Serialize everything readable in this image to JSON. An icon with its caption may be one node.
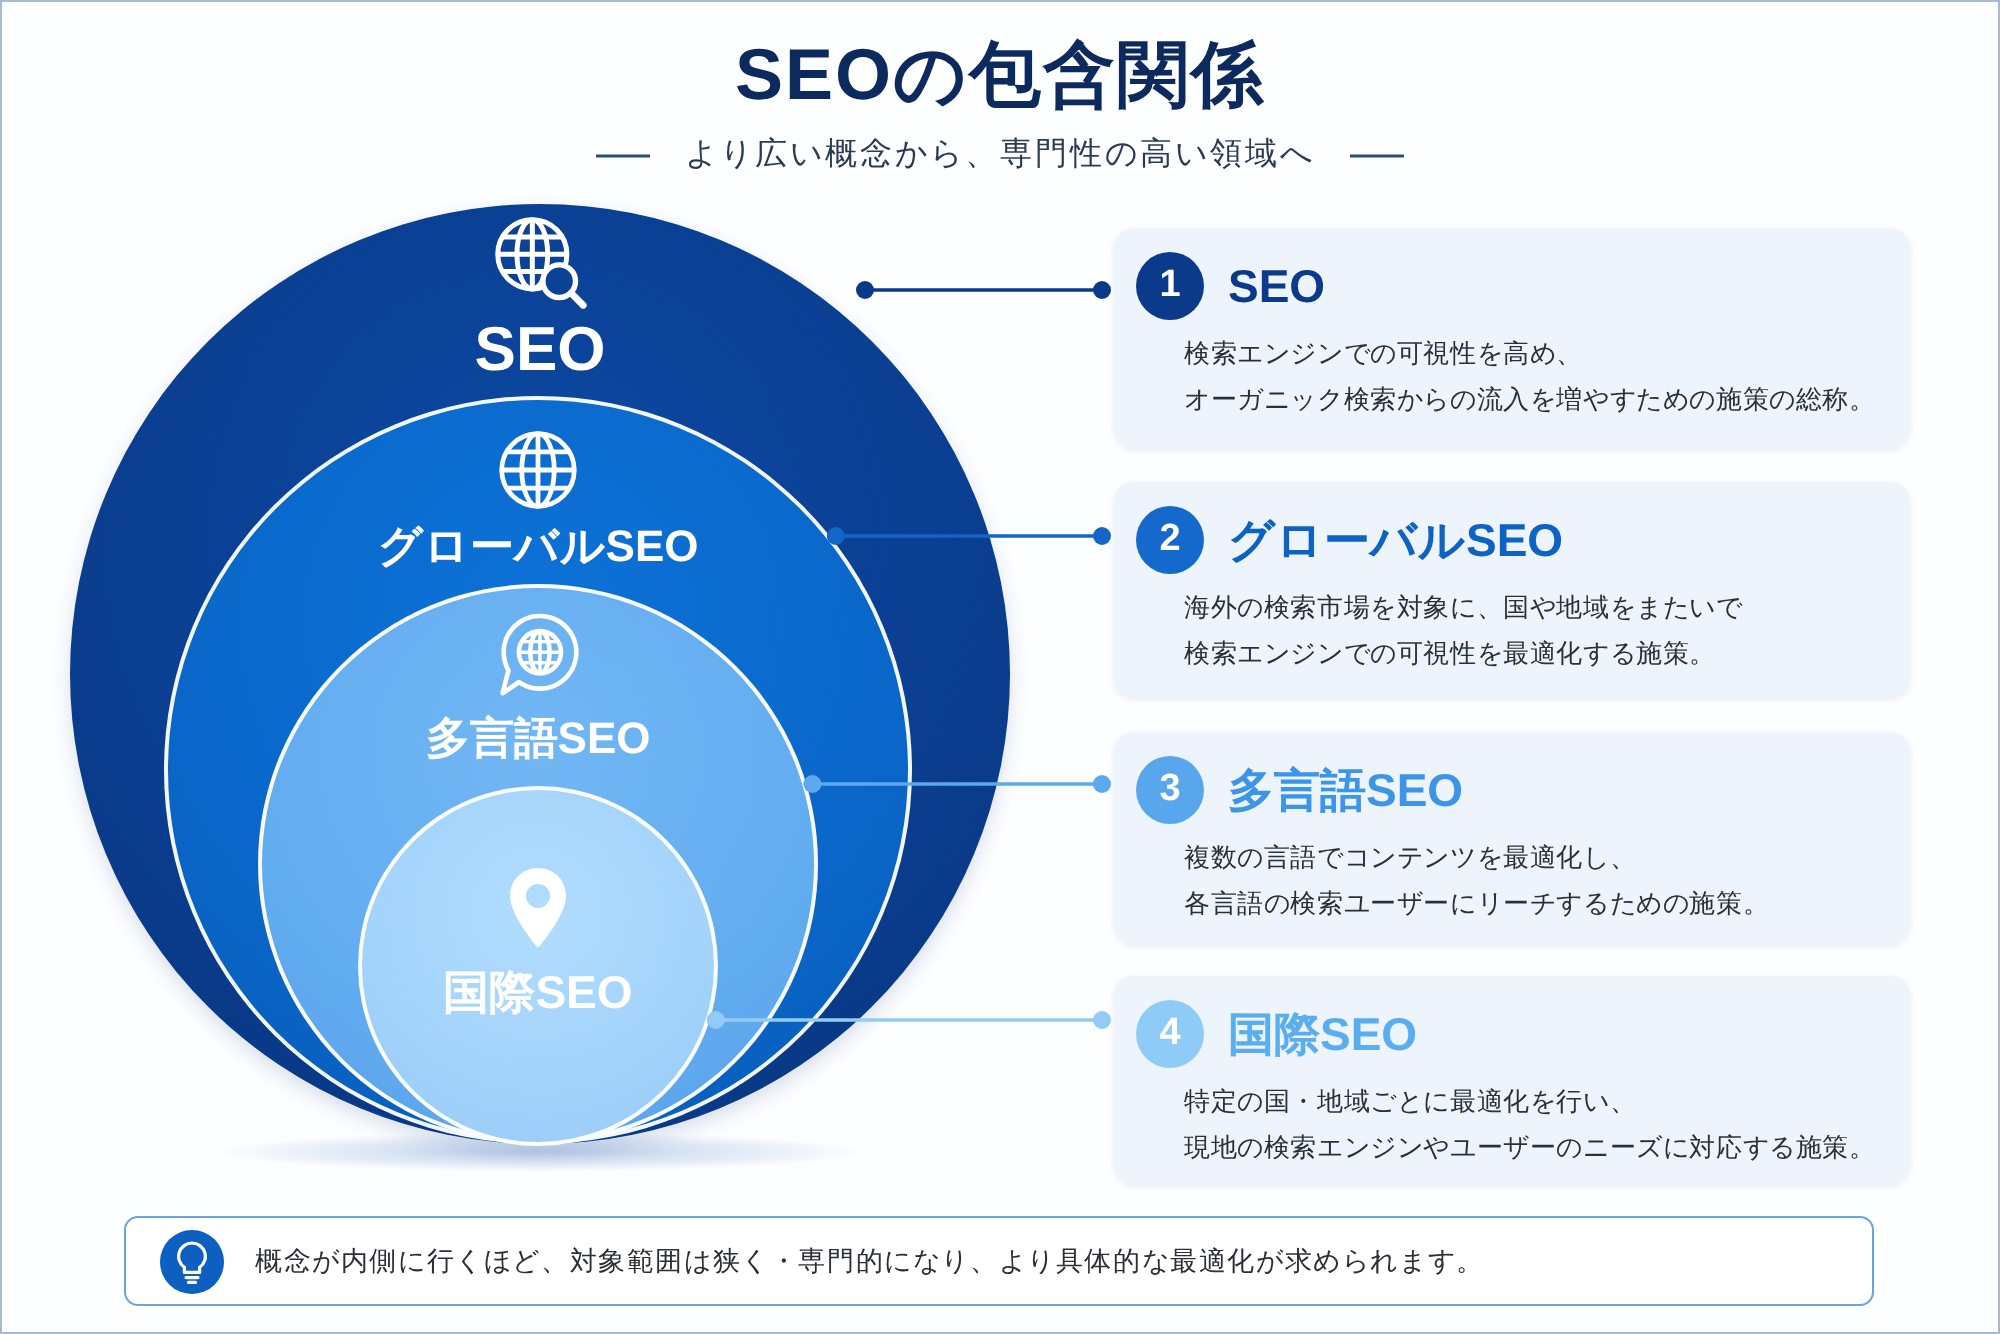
{
  "diagram": {
    "title": "SEOの包含関係",
    "nodes": [
      {
        "text": [
          "SEO"
        ]
      },
      {
        "text": [
          "グローバルSEO"
        ],
        "in": 0
      },
      {
        "text": [
          "多言語SEO"
        ],
        "in": 1
      },
      {
        "text": [
          "国際SEO"
        ],
        "in": 2
      },
      {
        "text": [
          "1",
          "SEO",
          "検索エンジンでの可視性を高め、オーガニック検索からの流入を増やすための施策の総称。"
        ]
      },
      {
        "text": [
          "2",
          "グローバルSEO",
          "海外の検索市場を対象に、国や地域をまたいで検索エンジンでの可視性を最適化する施策。"
        ]
      },
      {
        "text": [
          "3",
          "多言語SEO",
          "複数の言語でコンテンツを最適化し、各言語の検索ユーザーにリーチするための施策。"
        ]
      },
      {
        "text": [
          "4",
          "国際SEO",
          "特定の国・地域ごとに最適化を行い、現地の検索エンジンやユーザーのニーズに対応する施策。"
        ]
      },
      {
        "text": [
          "概念が内側に行くほど、対象範囲は狭く・専門的になり、より具体的な最適化が求められます。"
        ]
      }
    ],
    "edges": [
      {
        "from": 0,
        "to": 4,
        "arrow": "other",
        "color": "#0b3a8a"
      },
      {
        "from": 1,
        "to": 5,
        "arrow": "other",
        "color": "#1466c6"
      },
      {
        "from": 2,
        "to": 6,
        "arrow": "other",
        "color": "#5ea9ee"
      },
      {
        "from": 3,
        "to": 7,
        "arrow": "other",
        "color": "#92cbf6"
      }
    ],
    "labels": [
      "より広い概念から、専門性の高い領域へ"
    ]
  }
}
